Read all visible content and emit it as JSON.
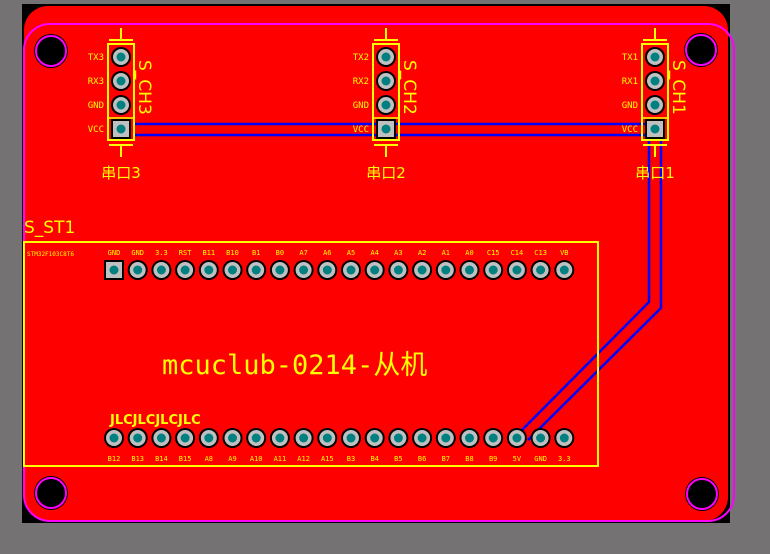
{
  "colors": {
    "background": "#747272",
    "copper": "#ff0000",
    "silkscreen": "#ffff00",
    "outline": "#ff00ff",
    "trace": "#0000ff",
    "pad": "#c0c0c0",
    "drill": "#008080"
  },
  "board": {
    "title": "mcuclub-0214-从机",
    "jlc_mark": "JLCJLCJLCJLC"
  },
  "connectors": [
    {
      "designator": "S_CH3",
      "label": "串口3",
      "pins": [
        "TX3",
        "RX3",
        "GND",
        "VCC"
      ]
    },
    {
      "designator": "S_CH2",
      "label": "串口2",
      "pins": [
        "TX2",
        "RX2",
        "GND",
        "VCC"
      ]
    },
    {
      "designator": "S_CH1",
      "label": "串口1",
      "pins": [
        "TX1",
        "RX1",
        "GND",
        "VCC"
      ]
    }
  ],
  "module": {
    "designator": "S_ST1",
    "part_label": "STM32F103C8T6",
    "top_pins": [
      "GND",
      "GND",
      "3.3",
      "RST",
      "B11",
      "B10",
      "B1",
      "B0",
      "A7",
      "A6",
      "A5",
      "A4",
      "A3",
      "A2",
      "A1",
      "A0",
      "C15",
      "C14",
      "C13",
      "VB"
    ],
    "bottom_pins": [
      "B12",
      "B13",
      "B14",
      "B15",
      "A8",
      "A9",
      "A10",
      "A11",
      "A12",
      "A15",
      "B3",
      "B4",
      "B5",
      "B6",
      "B7",
      "B8",
      "B9",
      "5V",
      "GND",
      "3.3"
    ]
  }
}
